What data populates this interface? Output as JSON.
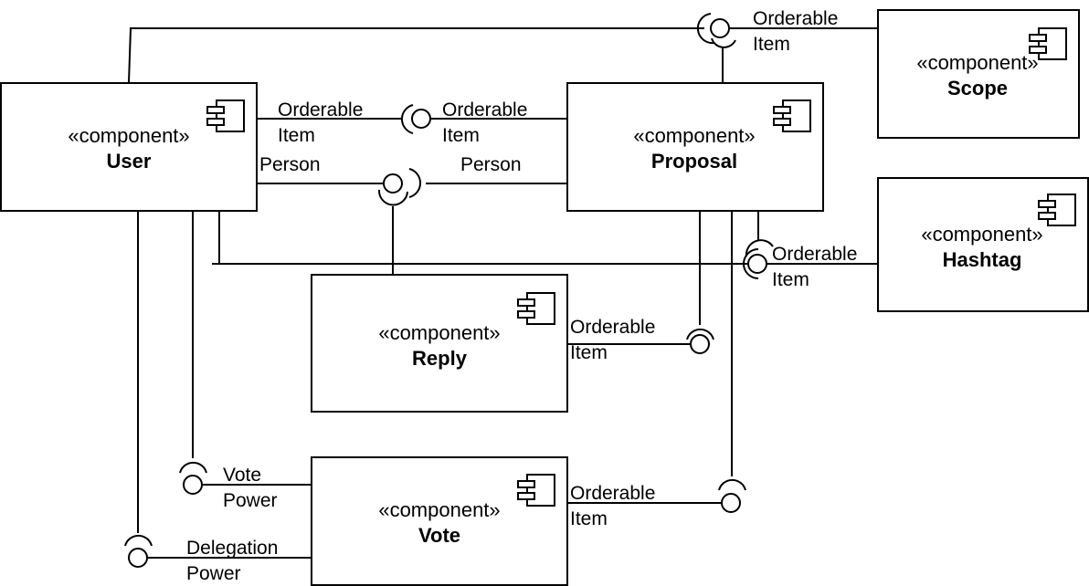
{
  "components": {
    "user": {
      "stereotype": "«component»",
      "name": "User"
    },
    "proposal": {
      "stereotype": "«component»",
      "name": "Proposal"
    },
    "scope": {
      "stereotype": "«component»",
      "name": "Scope"
    },
    "hashtag": {
      "stereotype": "«component»",
      "name": "Hashtag"
    },
    "reply": {
      "stereotype": "«component»",
      "name": "Reply"
    },
    "vote": {
      "stereotype": "«component»",
      "name": "Vote"
    }
  },
  "labels": {
    "scope_orderable": "Orderable",
    "scope_item": "Item",
    "user_orderable": "Orderable",
    "user_item": "Item",
    "proposal_orderable": "Orderable",
    "proposal_item": "Item",
    "user_person": "Person",
    "proposal_person": "Person",
    "hashtag_orderable": "Orderable",
    "hashtag_item": "Item",
    "reply_orderable": "Orderable",
    "reply_item": "Item",
    "vote_orderable": "Orderable",
    "vote_item": "Item",
    "vote_power_1": "Vote",
    "vote_power_2": "Power",
    "delegation_power_1": "Delegation",
    "delegation_power_2": "Power"
  }
}
